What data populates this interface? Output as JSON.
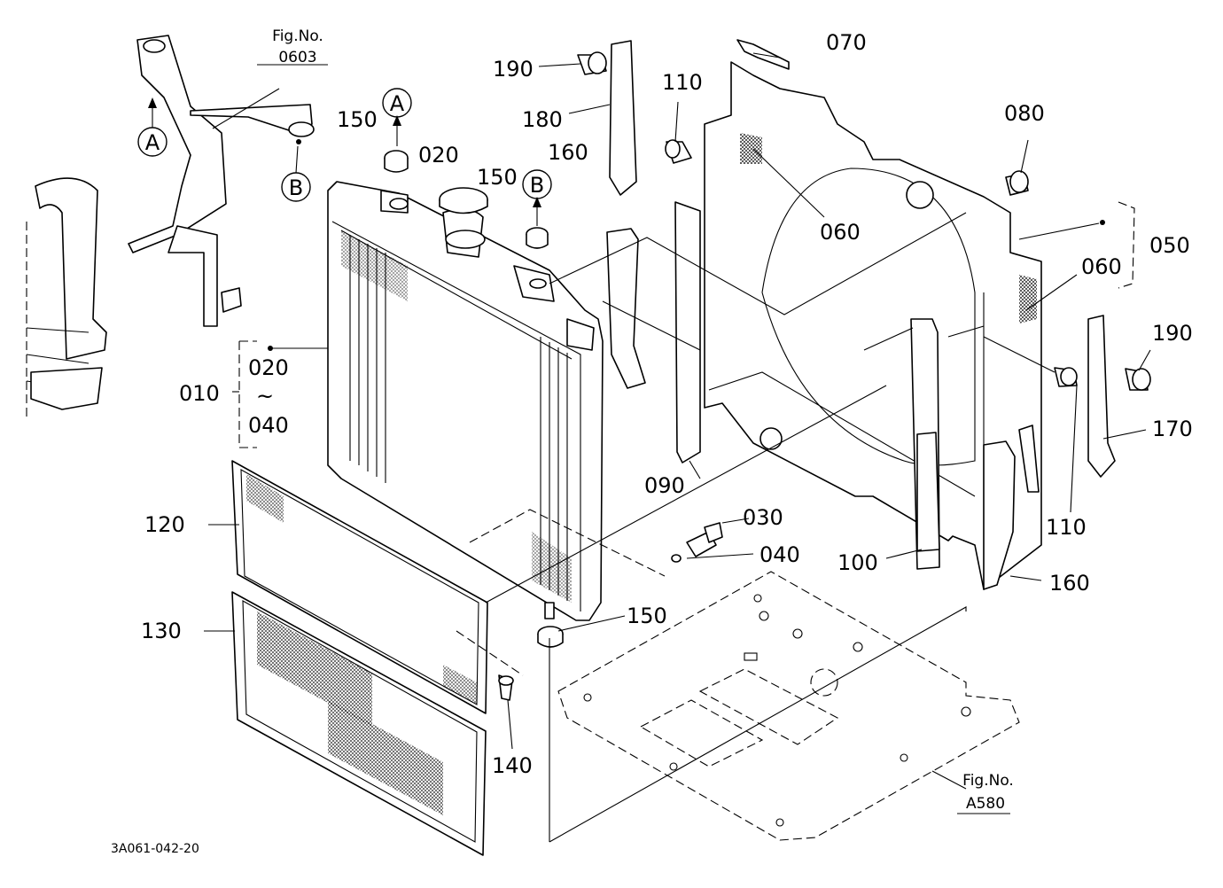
{
  "drawing_ref": "3A061-042-20",
  "fig_refs": [
    {
      "title": "Fig.No.",
      "number": "0603"
    },
    {
      "title": "Fig.No.",
      "number": "A580"
    }
  ],
  "connector_letters": [
    "A",
    "B",
    "A",
    "B"
  ],
  "part_labels": [
    "010",
    "020",
    "~",
    "040",
    "020",
    "030",
    "040",
    "050",
    "060",
    "060",
    "070",
    "080",
    "090",
    "100",
    "110",
    "110",
    "120",
    "130",
    "140",
    "150",
    "150",
    "150",
    "160",
    "160",
    "170",
    "180",
    "190",
    "190"
  ],
  "colors": {
    "line": "#000000",
    "background": "#ffffff"
  }
}
